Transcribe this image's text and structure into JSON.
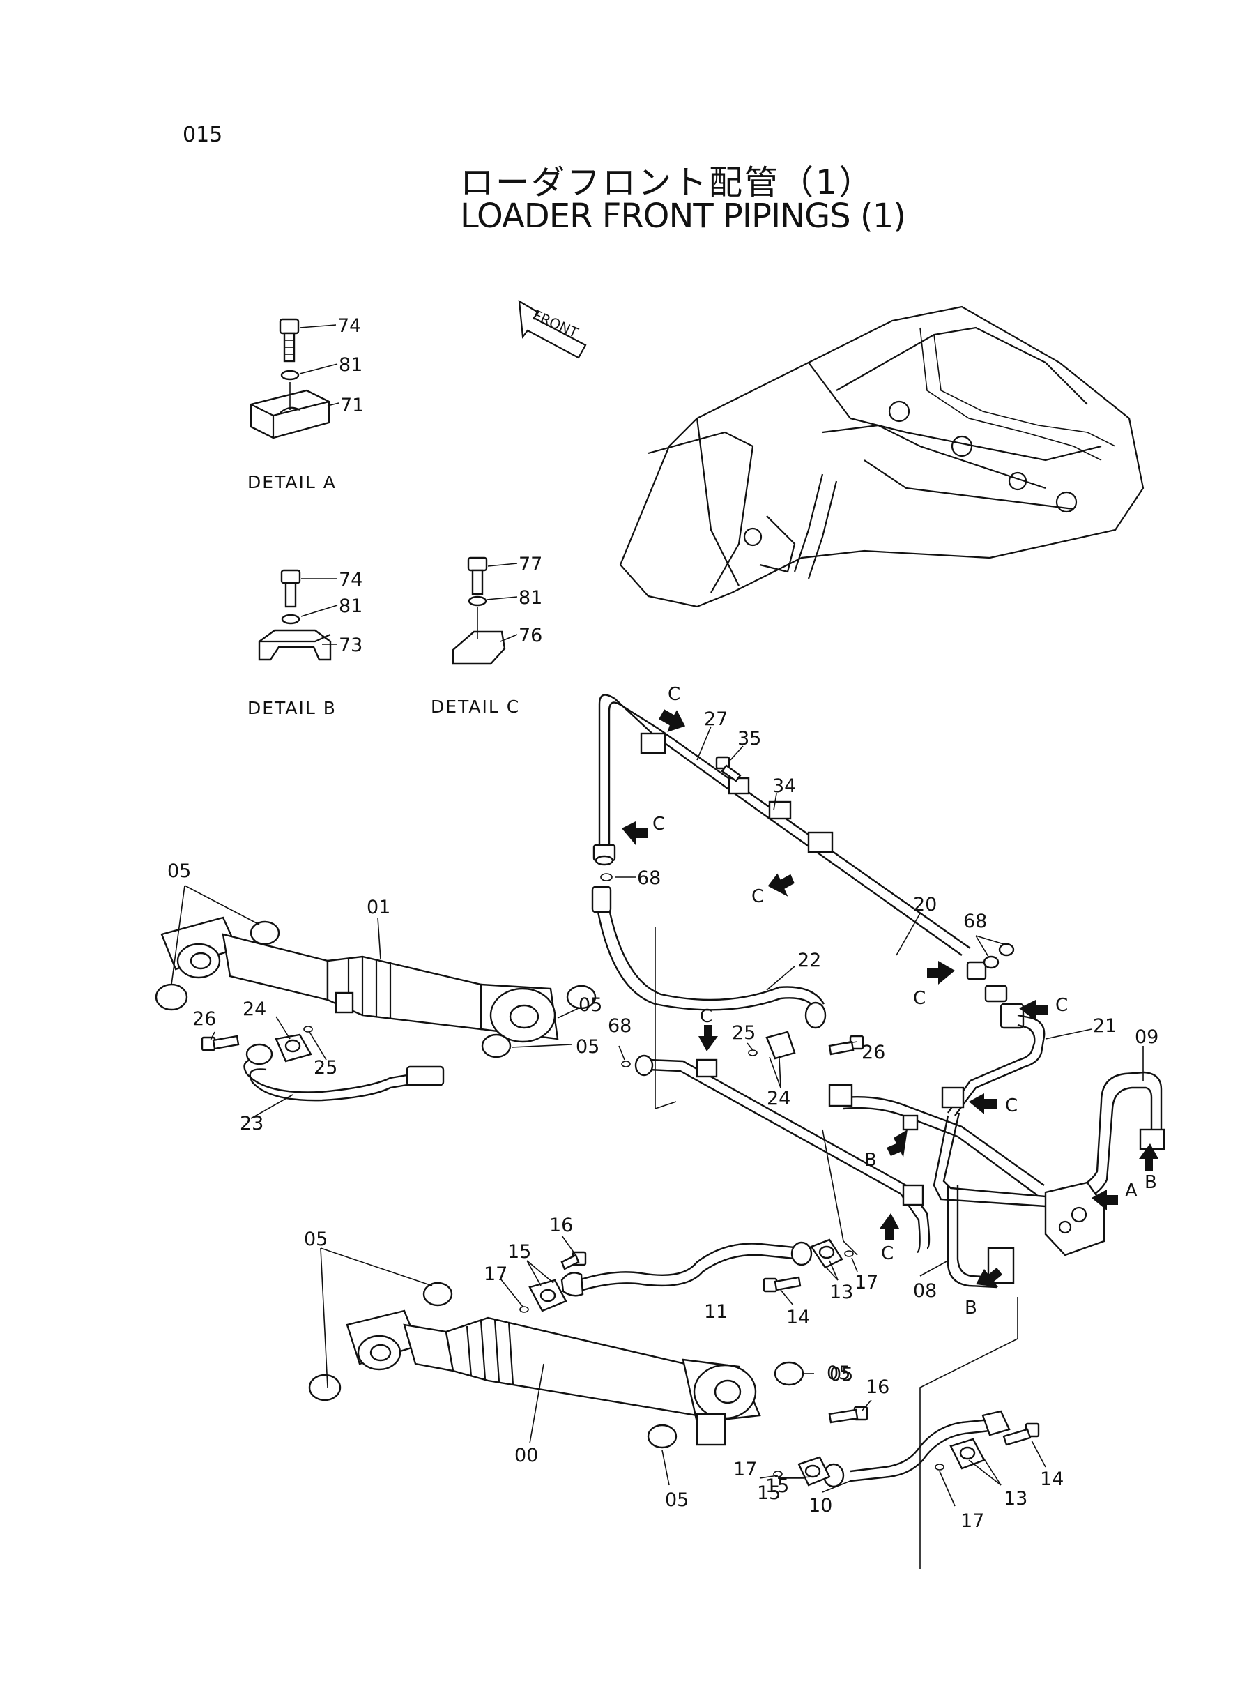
{
  "page_number": "015",
  "title_jp": "ローダフロント配管（1）",
  "title_en": "LOADER FRONT PIPINGS (1)",
  "front_label": "FRONT",
  "details": {
    "a": {
      "label": "DETAIL  A",
      "parts": [
        "74",
        "81",
        "71"
      ]
    },
    "b": {
      "label": "DETAIL  B",
      "parts": [
        "74",
        "81",
        "73"
      ]
    },
    "c": {
      "label": "DETAIL  C",
      "parts": [
        "77",
        "81",
        "76"
      ]
    }
  },
  "callouts": [
    "05",
    "01",
    "05",
    "05",
    "26",
    "24",
    "25",
    "23",
    "68",
    "22",
    "68",
    "C",
    "25",
    "26",
    "24",
    "27",
    "35",
    "34",
    "C",
    "C",
    "C",
    "20",
    "68",
    "C",
    "C",
    "21",
    "09",
    "C",
    "B",
    "B",
    "A",
    "C",
    "B",
    "08",
    "16",
    "15",
    "17",
    "13",
    "14",
    "17",
    "11",
    "05",
    "05",
    "00",
    "05",
    "05",
    "16",
    "15",
    "17",
    "15",
    "10",
    "17",
    "13",
    "14"
  ]
}
